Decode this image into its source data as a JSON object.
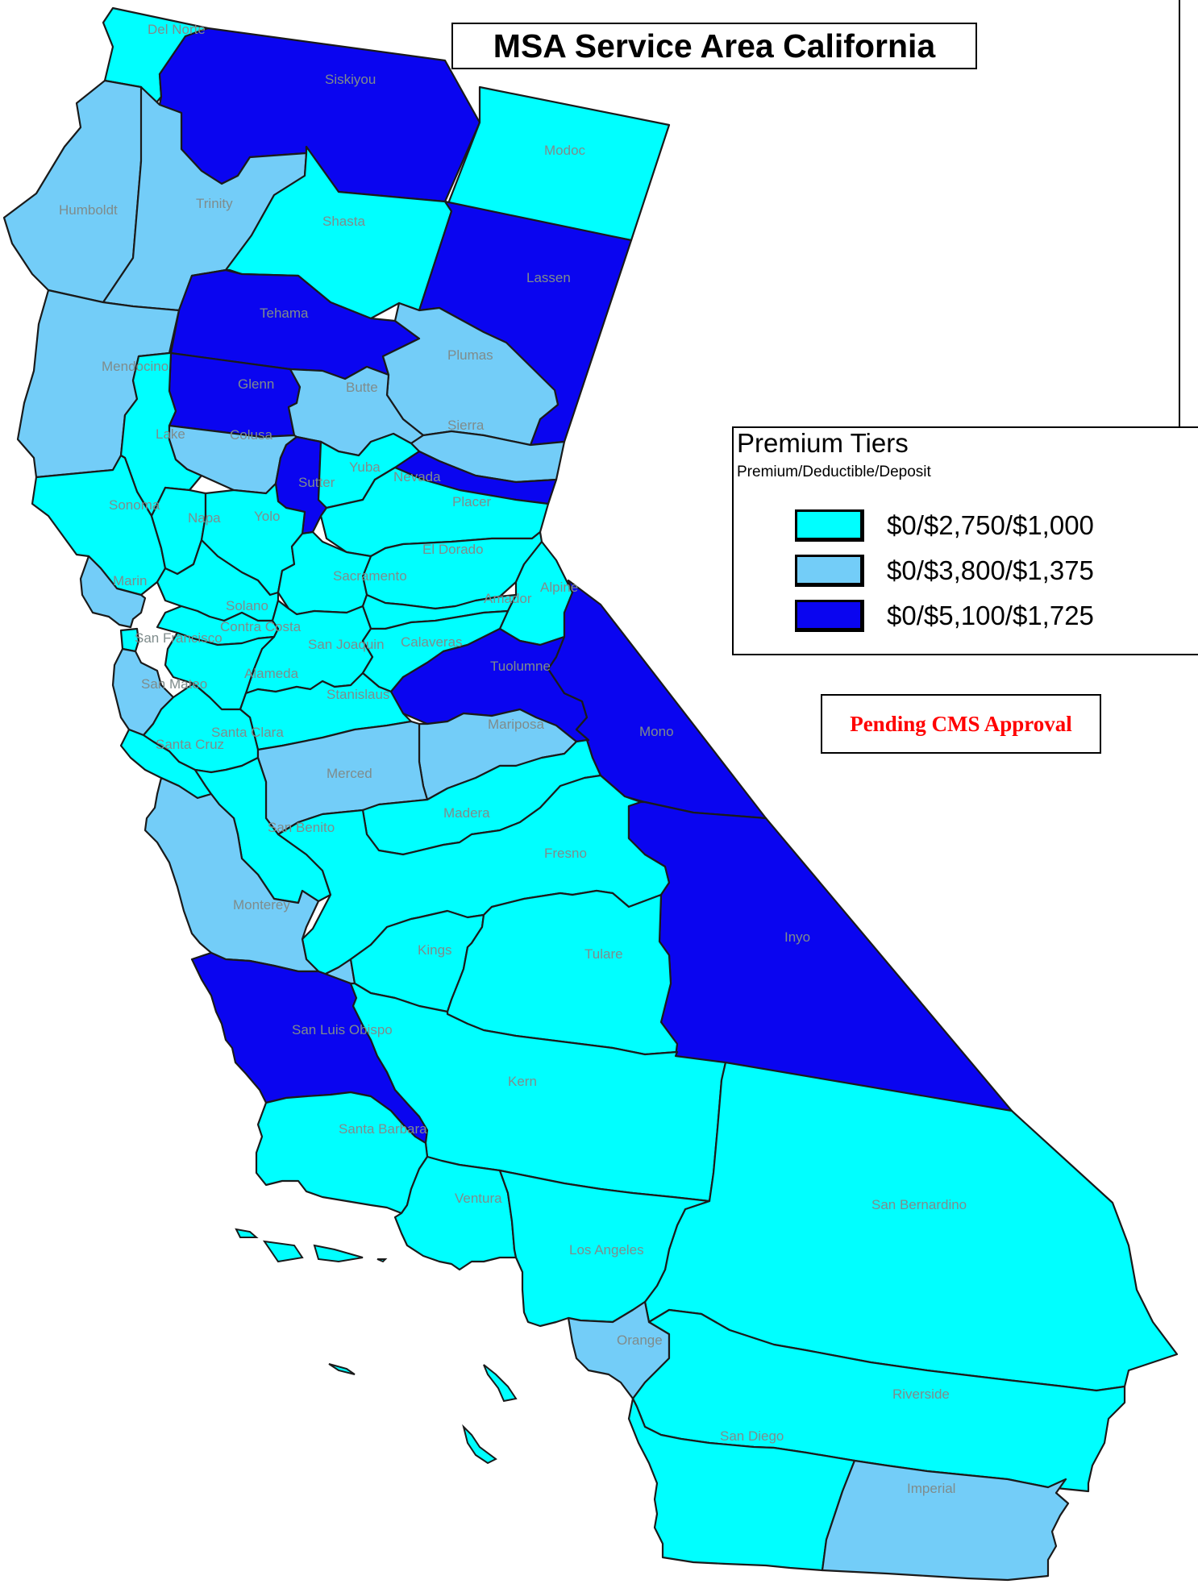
{
  "title": "MSA Service Area California",
  "legend": {
    "title": "Premium Tiers",
    "subtitle": "Premium/Deductible/Deposit",
    "tiers": [
      {
        "label": "$0/$2,750/$1,000",
        "color": "#00ffff"
      },
      {
        "label": "$0/$3,800/$1,375",
        "color": "#73cdf8"
      },
      {
        "label": "$0/$5,100/$1,725",
        "color": "#0a05f0"
      }
    ]
  },
  "note": "Pending CMS Approval",
  "counties": {
    "del_norte": {
      "name": "Del Norte",
      "tier": 0
    },
    "siskiyou": {
      "name": "Siskiyou",
      "tier": 2
    },
    "modoc": {
      "name": "Modoc",
      "tier": 0
    },
    "humboldt": {
      "name": "Humboldt",
      "tier": 1
    },
    "trinity": {
      "name": "Trinity",
      "tier": 1
    },
    "shasta": {
      "name": "Shasta",
      "tier": 0
    },
    "lassen": {
      "name": "Lassen",
      "tier": 2
    },
    "mendocino": {
      "name": "Mendocino",
      "tier": 1
    },
    "tehama": {
      "name": "Tehama",
      "tier": 2
    },
    "plumas": {
      "name": "Plumas",
      "tier": 1
    },
    "glenn": {
      "name": "Glenn",
      "tier": 2
    },
    "butte": {
      "name": "Butte",
      "tier": 1
    },
    "lake": {
      "name": "Lake",
      "tier": 0
    },
    "colusa": {
      "name": "Colusa",
      "tier": 1
    },
    "sierra": {
      "name": "Sierra",
      "tier": 1
    },
    "sutter": {
      "name": "Sutter",
      "tier": 2
    },
    "yuba": {
      "name": "Yuba",
      "tier": 0
    },
    "nevada": {
      "name": "Nevada",
      "tier": 2
    },
    "sonoma": {
      "name": "Sonoma",
      "tier": 0
    },
    "napa": {
      "name": "Napa",
      "tier": 0
    },
    "yolo": {
      "name": "Yolo",
      "tier": 0
    },
    "placer": {
      "name": "Placer",
      "tier": 0
    },
    "el_dorado": {
      "name": "El Dorado",
      "tier": 0
    },
    "marin": {
      "name": "Marin",
      "tier": 1
    },
    "sacramento": {
      "name": "Sacramento",
      "tier": 0
    },
    "solano": {
      "name": "Solano",
      "tier": 0
    },
    "amador": {
      "name": "Amador",
      "tier": 0
    },
    "alpine": {
      "name": "Alpine",
      "tier": 0
    },
    "contra_costa": {
      "name": "Contra Costa",
      "tier": 0
    },
    "san_francisco": {
      "name": "San Francisco",
      "tier": 0
    },
    "san_joaquin": {
      "name": "San Joaquin",
      "tier": 0
    },
    "calaveras": {
      "name": "Calaveras",
      "tier": 0
    },
    "alameda": {
      "name": "Alameda",
      "tier": 0
    },
    "tuolumne": {
      "name": "Tuolumne",
      "tier": 2
    },
    "san_mateo": {
      "name": "San Mateo",
      "tier": 1
    },
    "stanislaus": {
      "name": "Stanislaus",
      "tier": 0
    },
    "mono": {
      "name": "Mono",
      "tier": 2
    },
    "mariposa": {
      "name": "Mariposa",
      "tier": 1
    },
    "santa_clara": {
      "name": "Santa Clara",
      "tier": 0
    },
    "santa_cruz": {
      "name": "Santa Cruz",
      "tier": 0
    },
    "merced": {
      "name": "Merced",
      "tier": 1
    },
    "madera": {
      "name": "Madera",
      "tier": 0
    },
    "san_benito": {
      "name": "San Benito",
      "tier": 0
    },
    "fresno": {
      "name": "Fresno",
      "tier": 0
    },
    "monterey": {
      "name": "Monterey",
      "tier": 1
    },
    "inyo": {
      "name": "Inyo",
      "tier": 2
    },
    "kings": {
      "name": "Kings",
      "tier": 0
    },
    "tulare": {
      "name": "Tulare",
      "tier": 0
    },
    "san_luis_obispo": {
      "name": "San Luis Obispo",
      "tier": 2
    },
    "kern": {
      "name": "Kern",
      "tier": 0
    },
    "santa_barbara": {
      "name": "Santa Barbara",
      "tier": 0
    },
    "ventura": {
      "name": "Ventura",
      "tier": 0
    },
    "san_bernardino": {
      "name": "San Bernardino",
      "tier": 0
    },
    "los_angeles": {
      "name": "Los Angeles",
      "tier": 0
    },
    "orange": {
      "name": "Orange",
      "tier": 1
    },
    "riverside": {
      "name": "Riverside",
      "tier": 0
    },
    "san_diego": {
      "name": "San Diego",
      "tier": 0
    },
    "imperial": {
      "name": "Imperial",
      "tier": 1
    }
  }
}
